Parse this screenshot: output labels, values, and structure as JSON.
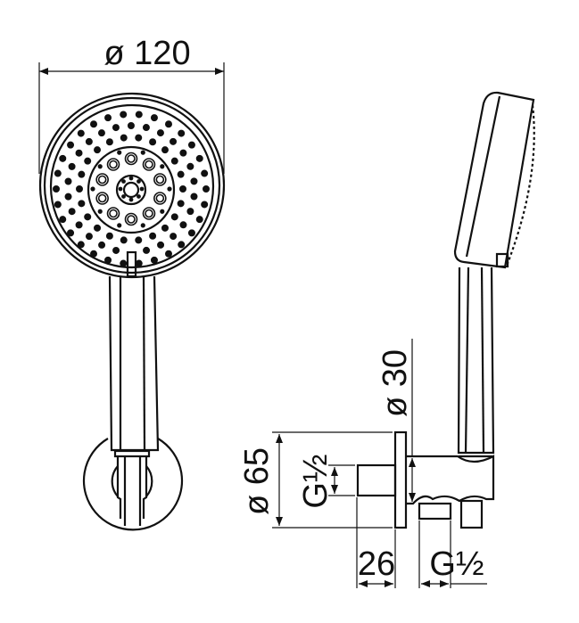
{
  "drawing": {
    "front_view": {
      "diameter_label": "ø 120"
    },
    "side_view": {
      "outlet_diameter_label": "ø 30",
      "plate_diameter_label": "ø 65",
      "wall_thread_label": "G½",
      "depth_label": "26",
      "hose_thread_label": "G½"
    },
    "colors": {
      "line": "#111111",
      "background": "#ffffff"
    }
  }
}
